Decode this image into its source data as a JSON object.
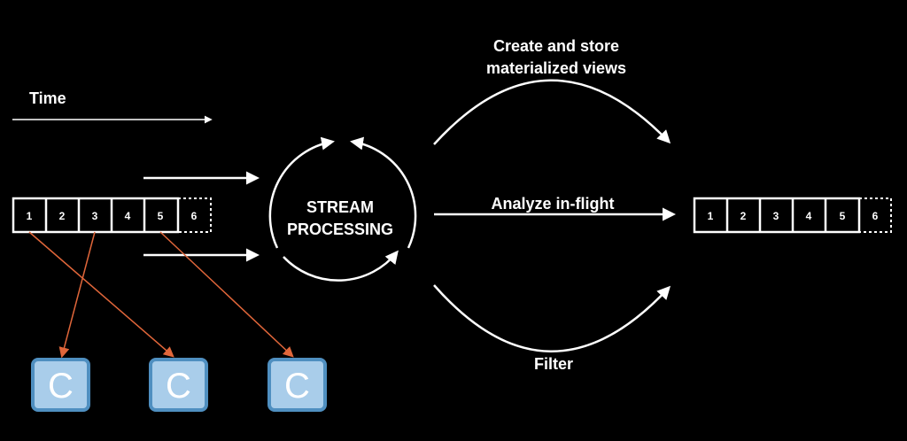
{
  "time_label": "Time",
  "center_label_line1": "STREAM",
  "center_label_line2": "PROCESSING",
  "top_label_line1": "Create and store",
  "top_label_line2": "materialized views",
  "middle_label": "Analyze in-flight",
  "bottom_label": "Filter",
  "input_stream": [
    "1",
    "2",
    "3",
    "4",
    "5",
    "6"
  ],
  "output_stream": [
    "1",
    "2",
    "3",
    "4",
    "5",
    "6"
  ],
  "consumers": [
    "C",
    "C",
    "C"
  ],
  "colors": {
    "background": "#000000",
    "foreground": "#ffffff",
    "consumer_fill": "#a9cdea",
    "consumer_border": "#4f8fc0",
    "link": "#e0663a"
  }
}
